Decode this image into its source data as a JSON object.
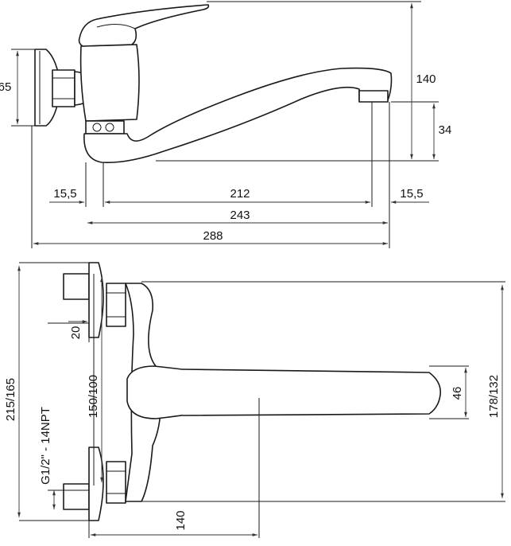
{
  "dimensions": {
    "side_view": {
      "mount_height": "65",
      "total_height": "140",
      "spout_height": "34",
      "left_offset": "15,5",
      "spout_length": "212",
      "right_offset": "15,5",
      "mid_length": "243",
      "total_length": "288"
    },
    "top_view": {
      "pipe_length": "20",
      "max_width": "215/165",
      "thread_spec": "G1/2\" - 14NPT",
      "center_distance": "150/100",
      "handle_width": "46",
      "depth": "178/132",
      "handle_depth": "140"
    }
  }
}
